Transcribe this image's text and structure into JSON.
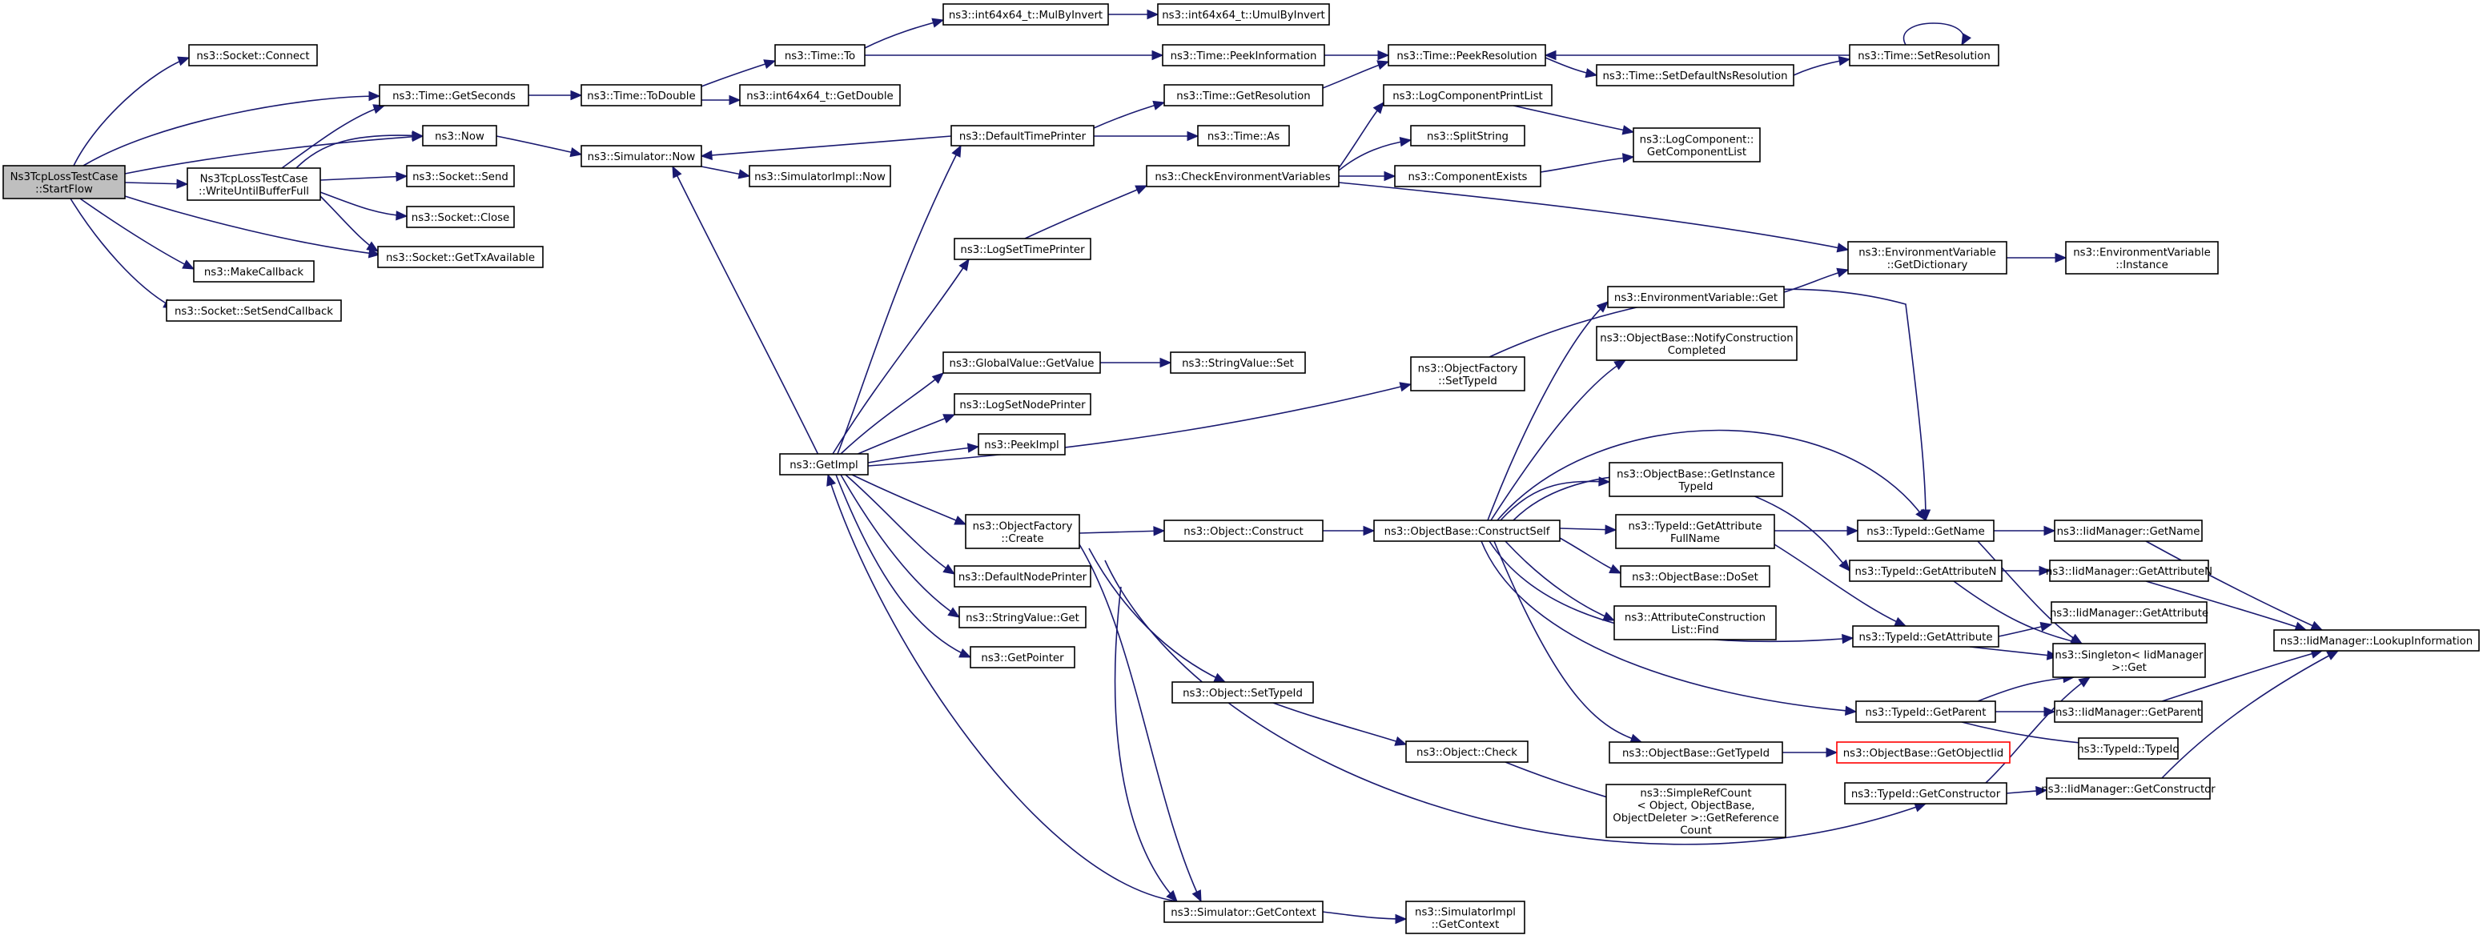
{
  "nodes": [
    {
      "id": "root",
      "lines": [
        "Ns3TcpLossTestCase",
        "::StartFlow"
      ],
      "root": true
    },
    {
      "id": "connect",
      "lines": [
        "ns3::Socket::Connect"
      ]
    },
    {
      "id": "getseconds",
      "lines": [
        "ns3::Time::GetSeconds"
      ]
    },
    {
      "id": "now",
      "lines": [
        "ns3::Now"
      ]
    },
    {
      "id": "writeuntil",
      "lines": [
        "Ns3TcpLossTestCase",
        "::WriteUntilBufferFull"
      ]
    },
    {
      "id": "send",
      "lines": [
        "ns3::Socket::Send"
      ]
    },
    {
      "id": "close",
      "lines": [
        "ns3::Socket::Close"
      ]
    },
    {
      "id": "gettxavail",
      "lines": [
        "ns3::Socket::GetTxAvailable"
      ]
    },
    {
      "id": "makecallback",
      "lines": [
        "ns3::MakeCallback"
      ]
    },
    {
      "id": "setsendcb",
      "lines": [
        "ns3::Socket::SetSendCallback"
      ]
    },
    {
      "id": "todouble",
      "lines": [
        "ns3::Time::ToDouble"
      ]
    },
    {
      "id": "simnow",
      "lines": [
        "ns3::Simulator::Now"
      ]
    },
    {
      "id": "timeto",
      "lines": [
        "ns3::Time::To"
      ]
    },
    {
      "id": "getdouble",
      "lines": [
        "ns3::int64x64_t::GetDouble"
      ]
    },
    {
      "id": "simimplnow",
      "lines": [
        "ns3::SimulatorImpl::Now"
      ]
    },
    {
      "id": "mulbyinvert",
      "lines": [
        "ns3::int64x64_t::MulByInvert"
      ]
    },
    {
      "id": "umulbyinvert",
      "lines": [
        "ns3::int64x64_t::UmulByInvert"
      ]
    },
    {
      "id": "peekinfo",
      "lines": [
        "ns3::Time::PeekInformation"
      ]
    },
    {
      "id": "peekres",
      "lines": [
        "ns3::Time::PeekResolution"
      ]
    },
    {
      "id": "setdefaultns",
      "lines": [
        "ns3::Time::SetDefaultNsResolution"
      ]
    },
    {
      "id": "setres",
      "lines": [
        "ns3::Time::SetResolution"
      ]
    },
    {
      "id": "getres",
      "lines": [
        "ns3::Time::GetResolution"
      ]
    },
    {
      "id": "defaulttimeprinter",
      "lines": [
        "ns3::DefaultTimePrinter"
      ]
    },
    {
      "id": "timeas",
      "lines": [
        "ns3::Time::As"
      ]
    },
    {
      "id": "logcompprintlist",
      "lines": [
        "ns3::LogComponentPrintList"
      ]
    },
    {
      "id": "splitstring",
      "lines": [
        "ns3::SplitString"
      ]
    },
    {
      "id": "checkenv",
      "lines": [
        "ns3::CheckEnvironmentVariables"
      ]
    },
    {
      "id": "compexists",
      "lines": [
        "ns3::ComponentExists"
      ]
    },
    {
      "id": "getcomplist",
      "lines": [
        "ns3::LogComponent::",
        "GetComponentList"
      ]
    },
    {
      "id": "logsettimeprinter",
      "lines": [
        "ns3::LogSetTimePrinter"
      ]
    },
    {
      "id": "envgetdict",
      "lines": [
        "ns3::EnvironmentVariable",
        "::GetDictionary"
      ]
    },
    {
      "id": "envinstance",
      "lines": [
        "ns3::EnvironmentVariable",
        "::Instance"
      ]
    },
    {
      "id": "envget",
      "lines": [
        "ns3::EnvironmentVariable::Get"
      ]
    },
    {
      "id": "notifyconstruction",
      "lines": [
        "ns3::ObjectBase::NotifyConstruction",
        "Completed"
      ]
    },
    {
      "id": "globalgetvalue",
      "lines": [
        "ns3::GlobalValue::GetValue"
      ]
    },
    {
      "id": "stringvalueset",
      "lines": [
        "ns3::StringValue::Set"
      ]
    },
    {
      "id": "objfactorysettypeid",
      "lines": [
        "ns3::ObjectFactory",
        "::SetTypeId"
      ]
    },
    {
      "id": "logsetnodeprinter",
      "lines": [
        "ns3::LogSetNodePrinter"
      ]
    },
    {
      "id": "getimpl",
      "lines": [
        "ns3::GetImpl"
      ]
    },
    {
      "id": "peekimpl",
      "lines": [
        "ns3::PeekImpl"
      ]
    },
    {
      "id": "getinstancetypeid",
      "lines": [
        "ns3::ObjectBase::GetInstance",
        "TypeId"
      ]
    },
    {
      "id": "objfactorycreate",
      "lines": [
        "ns3::ObjectFactory",
        "::Create"
      ]
    },
    {
      "id": "objconstruct",
      "lines": [
        "ns3::Object::Construct"
      ]
    },
    {
      "id": "constructself",
      "lines": [
        "ns3::ObjectBase::ConstructSelf"
      ]
    },
    {
      "id": "getattrfullname",
      "lines": [
        "ns3::TypeId::GetAttribute",
        "FullName"
      ]
    },
    {
      "id": "typeidgetname",
      "lines": [
        "ns3::TypeId::GetName"
      ]
    },
    {
      "id": "iidgetname",
      "lines": [
        "ns3::IidManager::GetName"
      ]
    },
    {
      "id": "defaultnodeprinter",
      "lines": [
        "ns3::DefaultNodePrinter"
      ]
    },
    {
      "id": "doset",
      "lines": [
        "ns3::ObjectBase::DoSet"
      ]
    },
    {
      "id": "getattributen",
      "lines": [
        "ns3::TypeId::GetAttributeN"
      ]
    },
    {
      "id": "iidgetattributen",
      "lines": [
        "ns3::IidManager::GetAttributeN"
      ]
    },
    {
      "id": "stringvalueget",
      "lines": [
        "ns3::StringValue::Get"
      ]
    },
    {
      "id": "attrconstructfind",
      "lines": [
        "ns3::AttributeConstruction",
        "List::Find"
      ]
    },
    {
      "id": "iidgetattribute",
      "lines": [
        "ns3::IidManager::GetAttribute"
      ]
    },
    {
      "id": "lookupinfo",
      "lines": [
        "ns3::IidManager::LookupInformation"
      ]
    },
    {
      "id": "getpointer",
      "lines": [
        "ns3::GetPointer"
      ]
    },
    {
      "id": "typeidgetattribute",
      "lines": [
        "ns3::TypeId::GetAttribute"
      ]
    },
    {
      "id": "singletonget",
      "lines": [
        "ns3::Singleton< IidManager",
        ">::Get"
      ]
    },
    {
      "id": "objsettypeid",
      "lines": [
        "ns3::Object::SetTypeId"
      ]
    },
    {
      "id": "typeidgetparent",
      "lines": [
        "ns3::TypeId::GetParent"
      ]
    },
    {
      "id": "iidgetparent",
      "lines": [
        "ns3::IidManager::GetParent"
      ]
    },
    {
      "id": "objcheck",
      "lines": [
        "ns3::Object::Check"
      ]
    },
    {
      "id": "obgettypeid",
      "lines": [
        "ns3::ObjectBase::GetTypeId"
      ]
    },
    {
      "id": "getobjectiid",
      "lines": [
        "ns3::ObjectBase::GetObjectIid"
      ],
      "red": true
    },
    {
      "id": "typeidtypeid",
      "lines": [
        "ns3::TypeId::TypeId"
      ]
    },
    {
      "id": "simplerefcount",
      "lines": [
        "ns3::SimpleRefCount",
        "< Object, ObjectBase,",
        "ObjectDeleter >::GetReference",
        "Count"
      ]
    },
    {
      "id": "typeidgetconstructor",
      "lines": [
        "ns3::TypeId::GetConstructor"
      ]
    },
    {
      "id": "iidgetconstructor",
      "lines": [
        "ns3::IidManager::GetConstructor"
      ]
    },
    {
      "id": "simgetcontext",
      "lines": [
        "ns3::Simulator::GetContext"
      ]
    },
    {
      "id": "simimplgetcontext",
      "lines": [
        "ns3::SimulatorImpl",
        "::GetContext"
      ]
    }
  ]
}
